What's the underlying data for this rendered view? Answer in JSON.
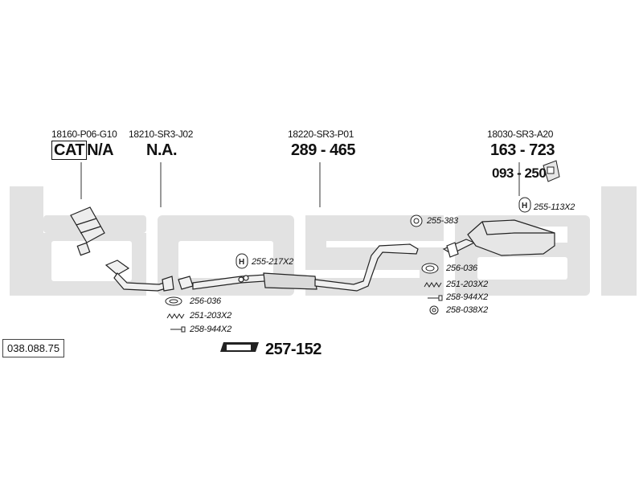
{
  "colors": {
    "watermark": "#dcdcdc",
    "line": "#222222",
    "pipe_fill": "#e8e8e8"
  },
  "oem_numbers": {
    "cat": "18160-P06-G10",
    "front": "18210-SR3-J02",
    "center": "18220-SR3-P01",
    "rear": "18030-SR3-A20"
  },
  "bosal_numbers": {
    "cat_label": "CAT",
    "cat_value": "N/A",
    "front": "N.A.",
    "center": "289 - 465",
    "rear": "163 - 723",
    "rear_hanger": "093 - 250",
    "kit": "257-152"
  },
  "kit_logo_text": "bosal",
  "parts": {
    "front_gasket": "256-036",
    "front_spring": "251-203X2",
    "front_bolt": "258-944X2",
    "center_hanger": "255-217X2",
    "rear_ring": "255-383",
    "rear_hanger_small": "255-113X2",
    "rear_gasket": "256-036",
    "rear_spring": "251-203X2",
    "rear_bolt": "258-944X2",
    "rear_nut": "258-038X2"
  },
  "reference": "038.088.75",
  "icons": [
    "hanger-icon",
    "rubber-ring-icon",
    "gasket-icon",
    "spring-icon",
    "bolt-icon",
    "nut-icon",
    "bosal-logo-icon"
  ]
}
